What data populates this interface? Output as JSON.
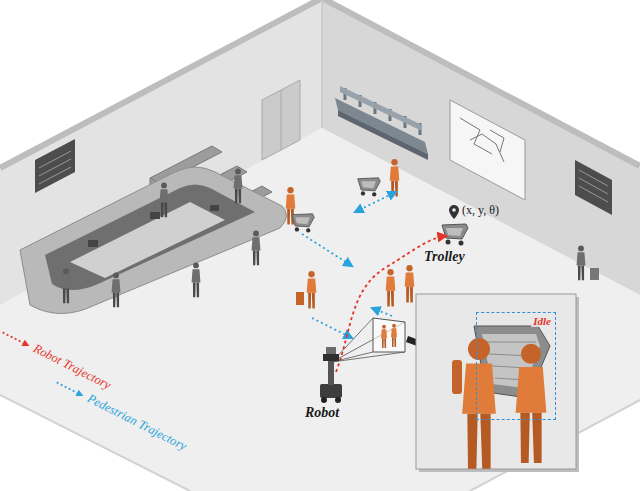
{
  "diagram": {
    "nodes": [
      {
        "text": [
          "Idle"
        ]
      }
    ],
    "labels": [
      "Trolley",
      "(x, y, θ)",
      "Robot"
    ],
    "legend": [
      {
        "text": "Robot Trajectory"
      },
      {
        "text": "Pedestrian Trajectory"
      }
    ]
  }
}
